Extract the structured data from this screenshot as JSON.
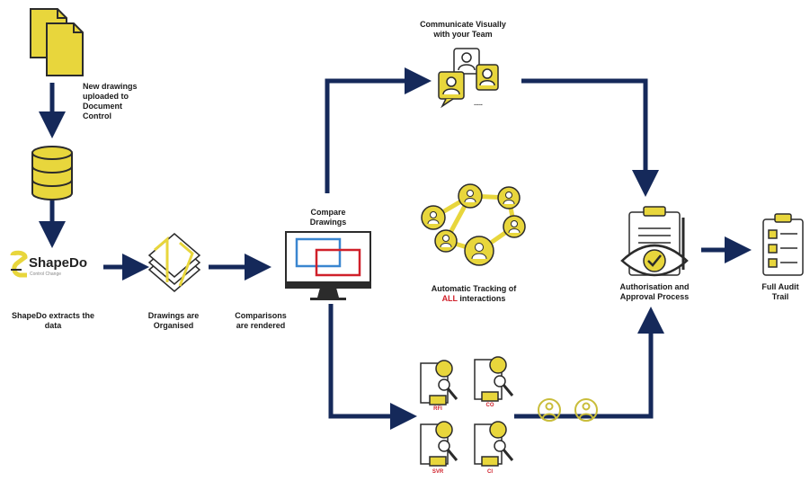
{
  "steps": {
    "upload": {
      "line1": "New drawings",
      "line2": "uploaded to",
      "line3": "Document",
      "line4": "Control"
    },
    "extract": {
      "line1": "ShapeDo extracts the",
      "line2": "data"
    },
    "organise": {
      "line1": "Drawings are",
      "line2": "Organised"
    },
    "render": {
      "line1": "Comparisons",
      "line2": "are rendered"
    },
    "compare": {
      "line1": "Compare",
      "line2": "Drawings"
    },
    "communicate": {
      "line1": "Communicate Visually",
      "line2": "with your Team",
      "ellipsis": "....."
    },
    "tracking": {
      "line1": "Automatic Tracking of",
      "highlight": "ALL",
      "line2_rest": " interactions"
    },
    "approval": {
      "line1": "Authorisation and",
      "line2": "Approval Process"
    },
    "audit": {
      "line1": "Full Audit",
      "line2": "Trail"
    }
  },
  "logo": {
    "name": "ShapeDo",
    "tagline": "Control Change"
  },
  "doc_tags": [
    "RFI",
    "CO",
    "SVR",
    "CI"
  ],
  "colors": {
    "arrow": "#15295a",
    "accent": "#e8d63c",
    "outline": "#2b2b2b",
    "tag_red": "#d0202a"
  }
}
